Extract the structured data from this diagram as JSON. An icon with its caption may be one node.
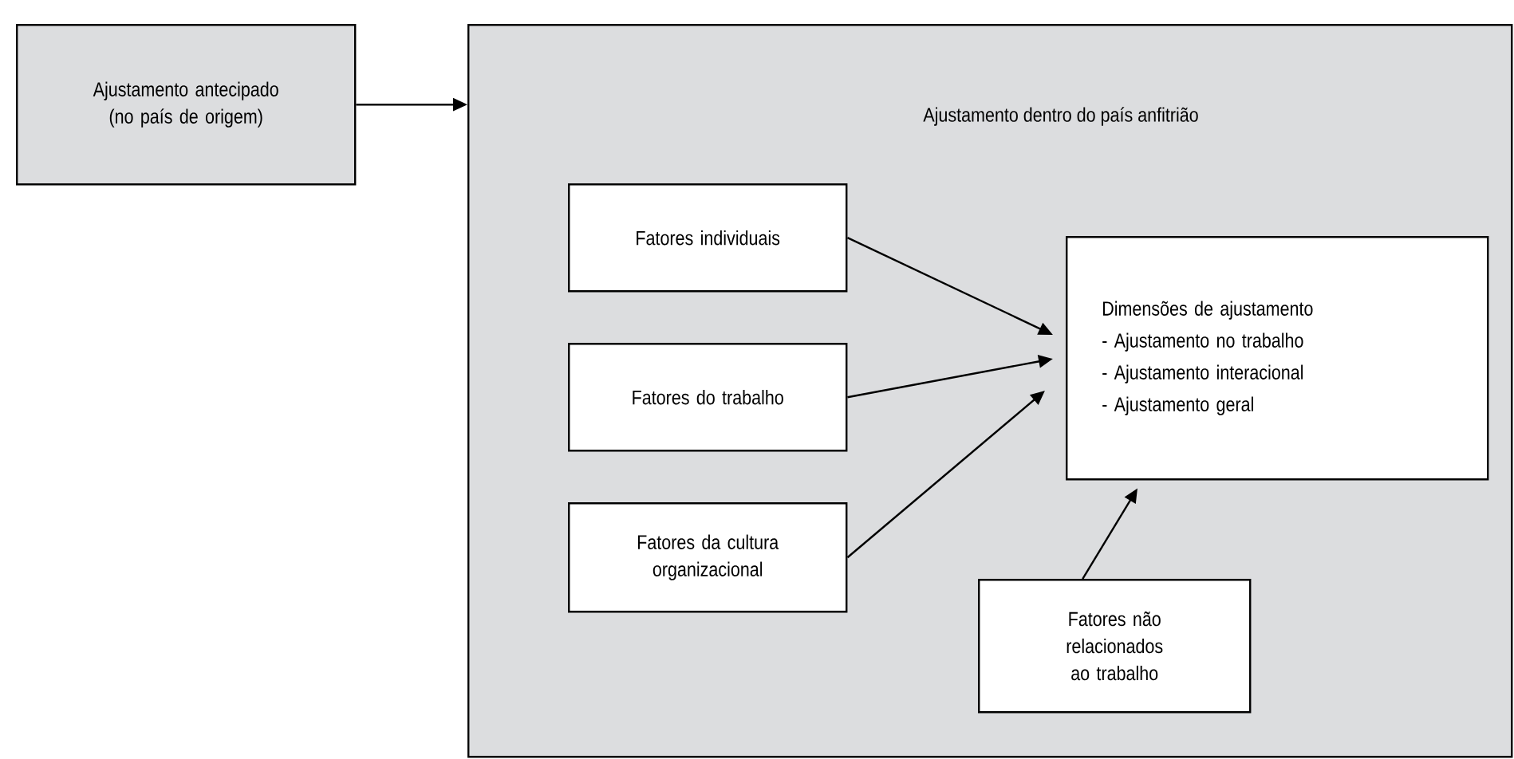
{
  "diagram": {
    "nodes": [
      {
        "text": [
          "Ajustamento antecipado (no país de origem)"
        ]
      },
      {
        "text": [
          "Ajustamento dentro do país anfitrião"
        ]
      },
      {
        "text": [
          "Fatores individuais"
        ],
        "in": 1
      },
      {
        "text": [
          "Fatores do trabalho"
        ],
        "in": 1
      },
      {
        "text": [
          "Fatores da cultura organizacional"
        ],
        "in": 1
      },
      {
        "text": [
          "Dimensões de ajustamento",
          "- Ajustamento no trabalho",
          "- Ajustamento interacional",
          "- Ajustamento geral"
        ],
        "in": 1
      },
      {
        "text": [
          "Fatores não relacionados ao trabalho"
        ],
        "in": 1
      }
    ],
    "edges": [
      {
        "from": 0,
        "to": 1,
        "arrow": "to"
      },
      {
        "from": 2,
        "to": 5,
        "arrow": "to"
      },
      {
        "from": 3,
        "to": 5,
        "arrow": "to"
      },
      {
        "from": 4,
        "to": 5,
        "arrow": "to"
      },
      {
        "from": 6,
        "to": 5,
        "arrow": "to"
      }
    ]
  }
}
